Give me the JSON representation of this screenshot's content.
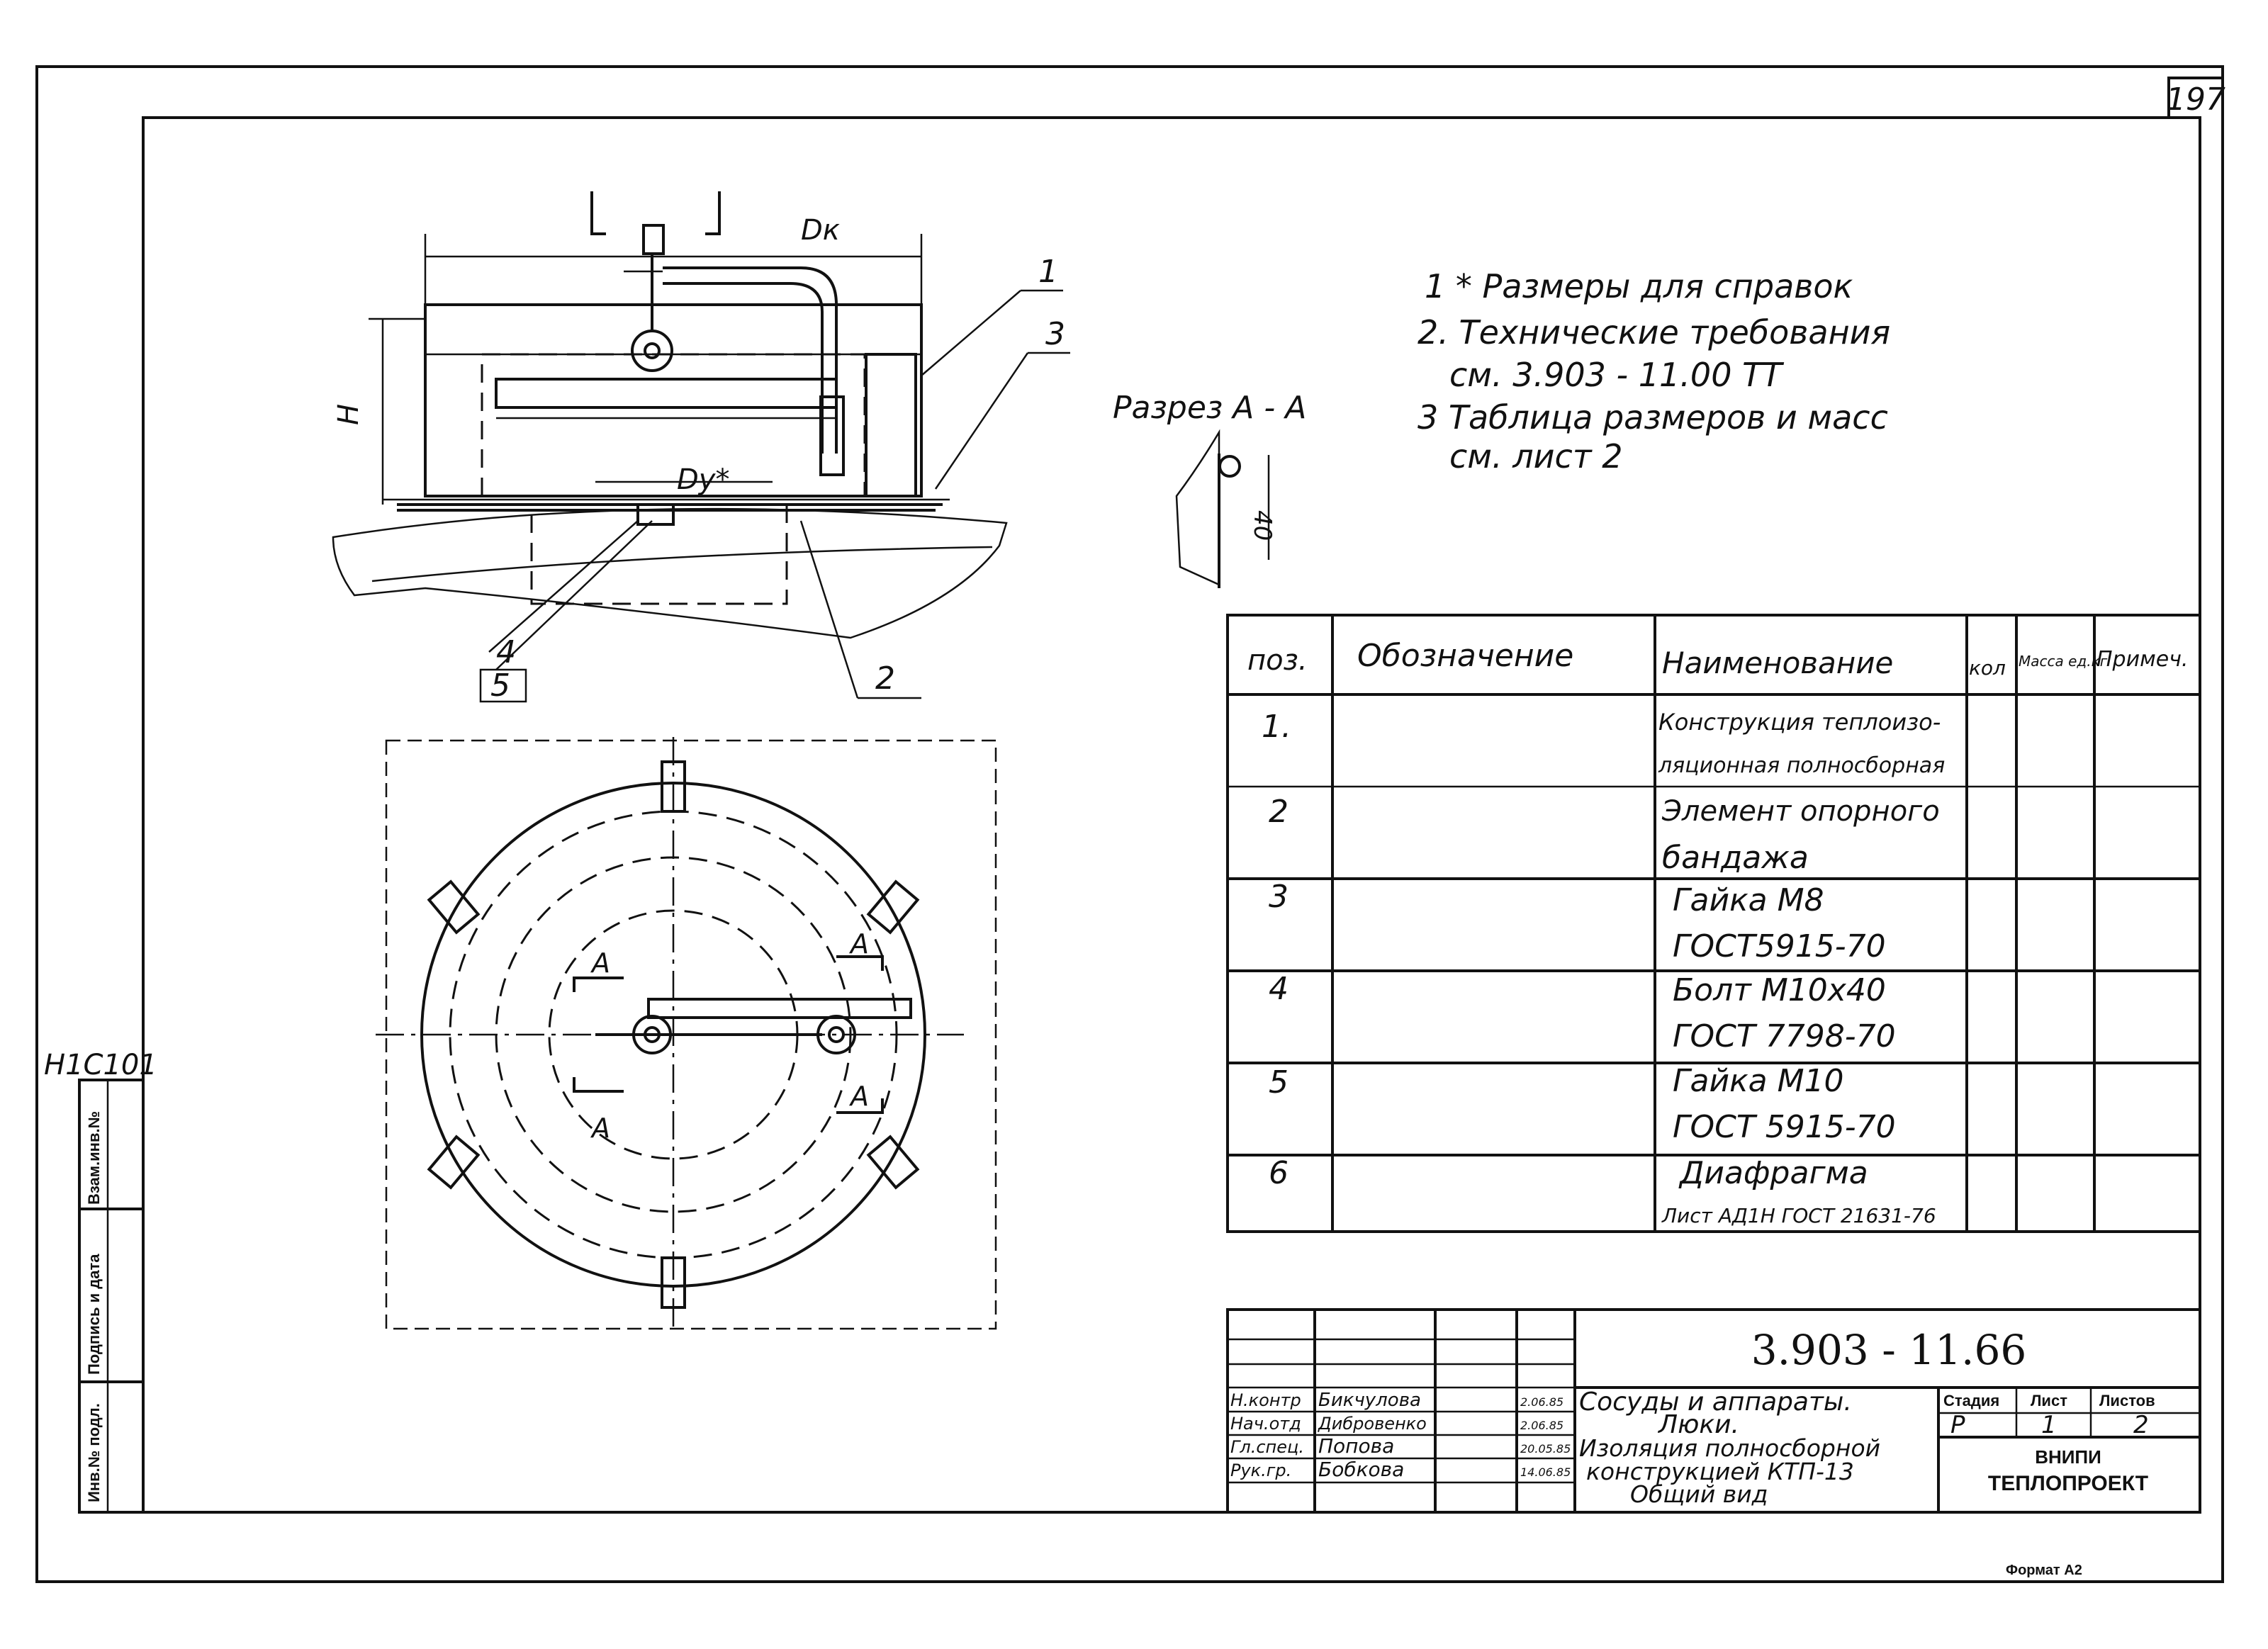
{
  "sheet": {
    "page_number": "197",
    "inventory_mark": "Н1С101",
    "format": "Формат А2",
    "side_stamp": [
      "Инв.№ подл.",
      "Подпись и дата",
      "Взам.инв.№"
    ]
  },
  "notes": [
    "1 * Размеры для справок",
    "2. Технические требования",
    "см. 3.903 - 11.00 ТТ",
    "3 Таблица размеров и масс",
    "см. лист 2"
  ],
  "section": {
    "title": "Разрез А - А",
    "dim": "40"
  },
  "top_view": {
    "dim_dk": "Dк",
    "dim_dy": "Dу*",
    "dim_h": "H",
    "callouts": [
      "1",
      "3",
      "4",
      "5",
      "2"
    ]
  },
  "plan_view": {
    "cut_label": "А"
  },
  "parts_table": {
    "headers": [
      "поз.",
      "Обозначение",
      "Наименование",
      "кол",
      "Масса ед.кг",
      "Примеч."
    ],
    "rows": [
      {
        "pos": "1.",
        "name": [
          "Конструкция теплоизо-",
          "ляционная полносборная"
        ]
      },
      {
        "pos": "2",
        "name": [
          "Элемент опорного",
          "бандажа"
        ]
      },
      {
        "pos": "3",
        "name": [
          "Гайка М8",
          "ГОСТ5915-70"
        ]
      },
      {
        "pos": "4",
        "name": [
          "Болт М10х40",
          "ГОСТ 7798-70"
        ]
      },
      {
        "pos": "5",
        "name": [
          "Гайка М10",
          "ГОСТ 5915-70"
        ]
      },
      {
        "pos": "6",
        "name": [
          "Диафрагма",
          "Лист АД1Н ГОСТ 21631-76"
        ]
      }
    ]
  },
  "title_block": {
    "doc_number": "3.903 - 11.66",
    "title": [
      "Сосуды и аппараты.",
      "Люки.",
      "Изоляция полносборной",
      "конструкцией КТП-13",
      "Общий вид"
    ],
    "roles": [
      "Н.контр",
      "Нач.отд",
      "Гл.спец.",
      "Рук.гр."
    ],
    "names": [
      "Бикчулова",
      "Дибровенко",
      "Попова",
      "Бобкова"
    ],
    "dates": [
      "2.06.85",
      "2.06.85",
      "20.05.85",
      "14.06.85"
    ],
    "stage_label": "Стадия",
    "sheet_label": "Лист",
    "sheets_label": "Листов",
    "stage": "Р",
    "sheet": "1",
    "sheets": "2",
    "org": [
      "ВНИПИ",
      "ТЕПЛОПРОЕКТ"
    ]
  }
}
